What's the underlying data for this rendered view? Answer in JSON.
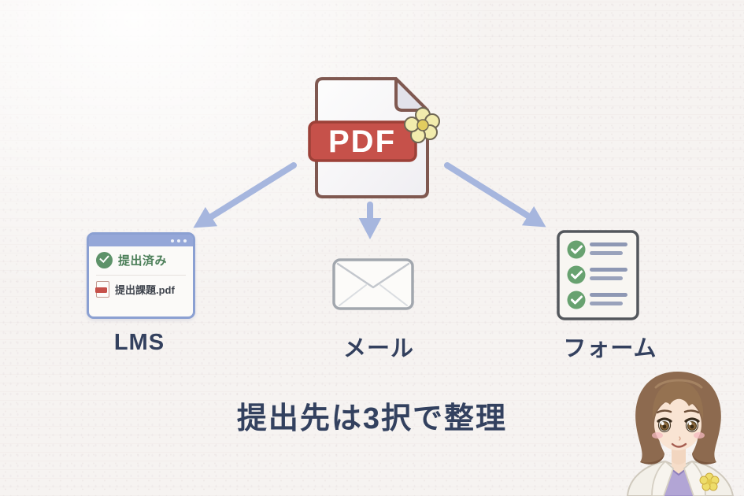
{
  "heading": {
    "text": "提出先は3択で整理"
  },
  "source": {
    "label": "PDF"
  },
  "destinations": [
    {
      "label": "LMS",
      "window": {
        "status": "提出済み",
        "file": "提出課題.pdf"
      }
    },
    {
      "label": "メール"
    },
    {
      "label": "フォーム"
    }
  ],
  "colors": {
    "background": "#f6f3f1",
    "pdf_red": "#c6514a",
    "pdf_outline": "#7f5850",
    "arrow_blue": "#a6b6de",
    "window_blue": "#95a7d8",
    "check_green": "#5d9269",
    "status_green": "#4c7f59",
    "label_navy": "#33405e",
    "flower_yellow": "#f2ecad"
  }
}
